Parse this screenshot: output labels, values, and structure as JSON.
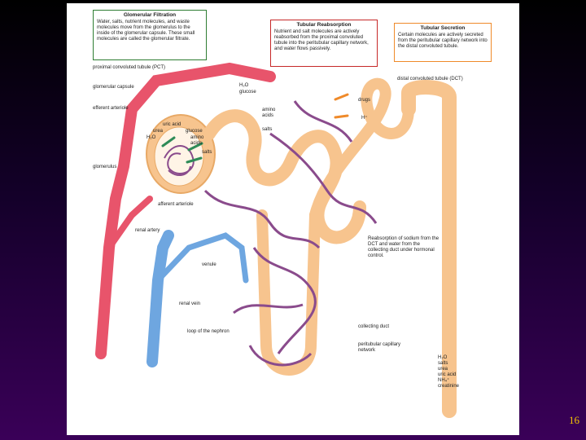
{
  "boxes": {
    "glomerular_filtration": {
      "title": "Glomerular Filtration",
      "text": "Water, salts, nutrient molecules, and waste molecules move from the glomerulus to the inside of the glomerular capsule. These small molecules are called the glomerular filtrate."
    },
    "tubular_reabsorption": {
      "title": "Tubular Reabsorption",
      "text": "Nutrient and salt molecules are actively reabsorbed from the proximal convoluted tubule into the peritubular capillary network, and water flows passively."
    },
    "tubular_secretion": {
      "title": "Tubular Secretion",
      "text": "Certain molecules are actively secreted from the peritubular capillary network into the distal convoluted tubule."
    },
    "sodium_reabsorption": {
      "text": "Reabsorption of sodium from the DCT and water from the collecting duct under hormonal control."
    }
  },
  "labels": {
    "pct": "proximal convoluted tubule (PCT)",
    "glomerular_capsule": "glomerular capsule",
    "efferent_arteriole": "efferent arteriole",
    "glomerulus": "glomerulus",
    "afferent_arteriole": "afferent arteriole",
    "renal_artery": "renal artery",
    "venule": "venule",
    "renal_vein": "renal vein",
    "loop_of_nephron": "loop of the nephron",
    "dct": "distal convoluted tubule (DCT)",
    "collecting_duct": "collecting duct",
    "peritubular_network": "peritubular capillary network",
    "uric_acid": "uric acid",
    "urea": "urea",
    "glucose_inner": "glucose",
    "h2o_inner": "H₂O",
    "amino_acids_inner": "amino acids",
    "salts_inner": "salts",
    "h2o_top": "H₂O",
    "glucose_top": "glucose",
    "amino_acids_top": "amino acids",
    "salts_top": "salts",
    "drugs": "drugs",
    "hplus": "H⁺",
    "urine": [
      "H₂O",
      "salts",
      "urea",
      "uric acid",
      "NH₄⁺",
      "creatinine"
    ]
  },
  "colors": {
    "tubule": "#f7c48e",
    "tubule_edge": "#e8a966",
    "artery": "#e8546b",
    "vein": "#6ea6e0",
    "capillary": "#8a4b8c",
    "background_top": "#000000",
    "background_bottom": "#3a0058",
    "slide_number": "#f4c500"
  },
  "slide_number": "16"
}
